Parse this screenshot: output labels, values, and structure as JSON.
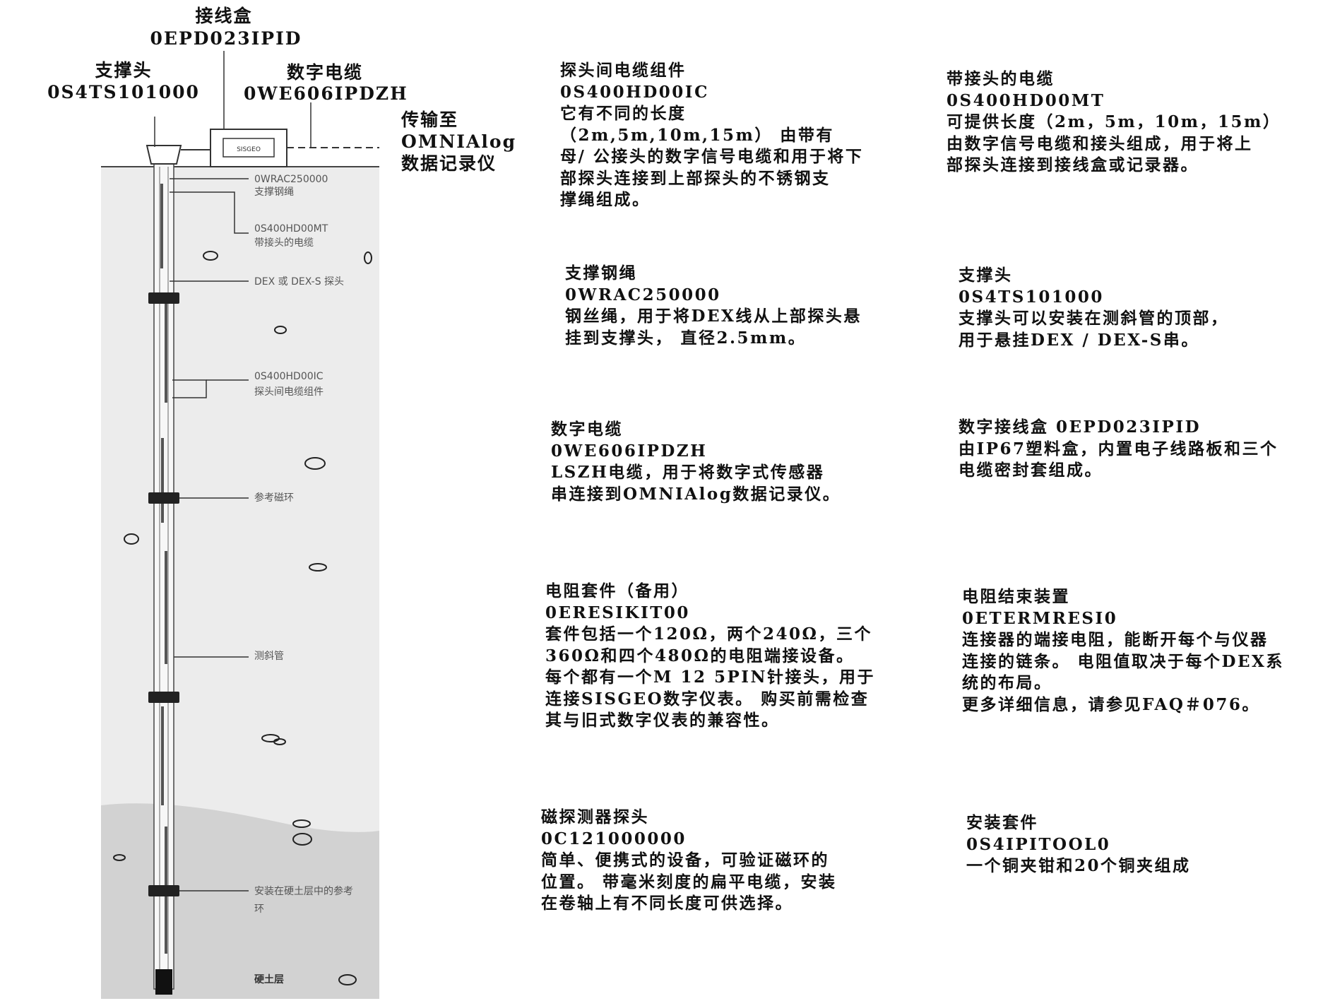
{
  "top_labels": {
    "junction_box_title": "接线盒",
    "junction_box_code": "0EPD023IPID",
    "support_head_title": "支撑头",
    "support_head_code": "0S4TS101000",
    "digital_cable_title": "数字电缆",
    "digital_cable_code": "0WE606IPDZH",
    "transfer_line1": "传输至",
    "transfer_line2": "OMNIAlog",
    "transfer_line3": "数据记录仪"
  },
  "box_label": "SISGEO",
  "diagram_labels": {
    "wire_code": "0WRAC250000",
    "wire_name": "支撑钢绳",
    "cable_mt_code": "0S400HD00MT",
    "cable_mt_name": "带接头的电缆",
    "probe": "DEX 或 DEX-S 探头",
    "cable_ic_code": "0S400HD00IC",
    "cable_ic_name": "探头间电缆组件",
    "ref_ring": "参考磁环",
    "casing": "测斜管",
    "hard_ring_line1": "安装在硬土层中的参考",
    "hard_ring_line2": "环",
    "hard_layer": "硬土层"
  },
  "descriptions": {
    "d1": [
      "探头间电缆组件",
      "0S400HD00IC",
      "它有不同的长度",
      "（2m,5m,10m,15m） 由带有",
      "母/ 公接头的数字信号电缆和用于将下",
      "部探头连接到上部探头的不锈钢支",
      "撑绳组成。"
    ],
    "d2": [
      "带接头的电缆",
      "0S400HD00MT",
      " 可提供长度（2m，5m，10m，15m）",
      "由数字信号电缆和接头组成，用于将上",
      "部探头连接到接线盒或记录器。"
    ],
    "d3": [
      "支撑钢绳",
      "0WRAC250000",
      "钢丝绳，用于将DEX线从上部探头悬",
      "挂到支撑头， 直径2.5mm。"
    ],
    "d4": [
      "支撑头",
      "0S4TS101000",
      "支撑头可以安装在测斜管的顶部，",
      "用于悬挂DEX / DEX-S串。"
    ],
    "d5": [
      "数字电缆",
      "0WE606IPDZH",
      "LSZH电缆，用于将数字式传感器",
      "串连接到OMNIAlog数据记录仪。"
    ],
    "d6": [
      "数字接线盒 0EPD023IPID",
      "由IP67塑料盒，内置电子线路板和三个",
      "电缆密封套组成。"
    ],
    "d7": [
      "电阻套件（备用）",
      "0ERESIKIT00",
      "套件包括一个120Ω，两个240Ω，三个",
      "360Ω和四个480Ω的电阻端接设备。",
      "每个都有一个M 12 5PIN针接头，用于",
      "连接SISGEO数字仪表。 购买前需检查",
      "其与旧式数字仪表的兼容性。"
    ],
    "d8": [
      "电阻结束装置",
      "0ETERMRESI0",
      "连接器的端接电阻，能断开每个与仪器",
      "连接的链条。 电阻值取决于每个DEX系",
      "统的布局。",
      "更多详细信息，请参见FAQ＃076。"
    ],
    "d9": [
      "磁探测器探头",
      "0C121000000",
      "简单、便携式的设备，可验证磁环的",
      "位置。 带毫米刻度的扁平电缆，安装",
      "在卷轴上有不同长度可供选择。"
    ],
    "d10": [
      "安装套件",
      "0S4IPITOOL0",
      "一个铜夹钳和20个铜夹组成"
    ]
  }
}
